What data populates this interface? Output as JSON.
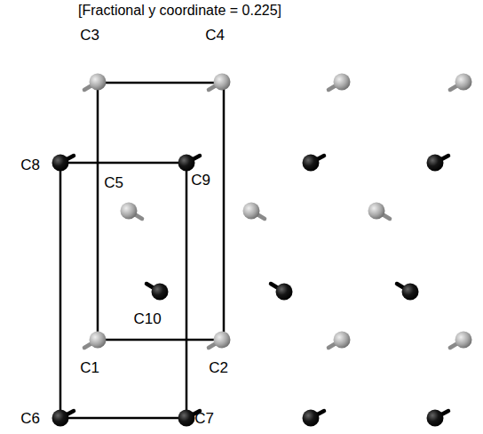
{
  "diagram": {
    "title": "[Fractional y coordinate = 0.225]",
    "labels": [
      "C3",
      "C4",
      "C8",
      "C5",
      "C9",
      "C10",
      "C1",
      "C2",
      "C6",
      "C7"
    ]
  }
}
